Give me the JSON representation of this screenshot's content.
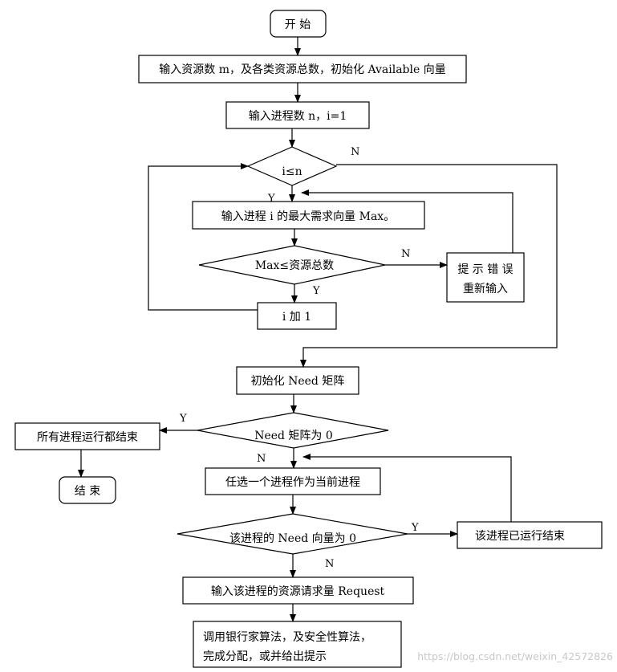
{
  "nodes": {
    "start": "开 始",
    "input_resources": "输入资源数 m，及各类资源总数，初始化 Available 向量",
    "input_processes": "输入进程数 n，i=1",
    "cond_i_le_n": "i≤n",
    "input_max": "输入进程 i 的最大需求向量 Max。",
    "cond_max_le_total": "Max≤资源总数",
    "error_line1": "提 示 错 误",
    "error_line2": "重新输入",
    "increment_i": "i 加 1",
    "init_need": "初始化 Need 矩阵",
    "cond_need_zero": "Need 矩阵为 0",
    "all_finished": "所有进程运行都结束",
    "end": "结 束",
    "pick_process": "任选一个进程作为当前进程",
    "cond_process_need_zero": "该进程的 Need 向量为 0",
    "process_finished": "该进程已运行结束",
    "input_request": "输入该进程的资源请求量 Request",
    "banker_line1": "调用银行家算法，及安全性算法，",
    "banker_line2": "完成分配，或并给出提示"
  },
  "edge_labels": {
    "cond_i_le_n_no": "N",
    "cond_i_le_n_yes": "Y",
    "cond_max_no": "N",
    "cond_max_yes": "Y",
    "cond_need_yes": "Y",
    "cond_need_no": "N",
    "cond_process_yes": "Y",
    "cond_process_no": "N"
  },
  "watermark": "https://blog.csdn.net/weixin_42572826"
}
